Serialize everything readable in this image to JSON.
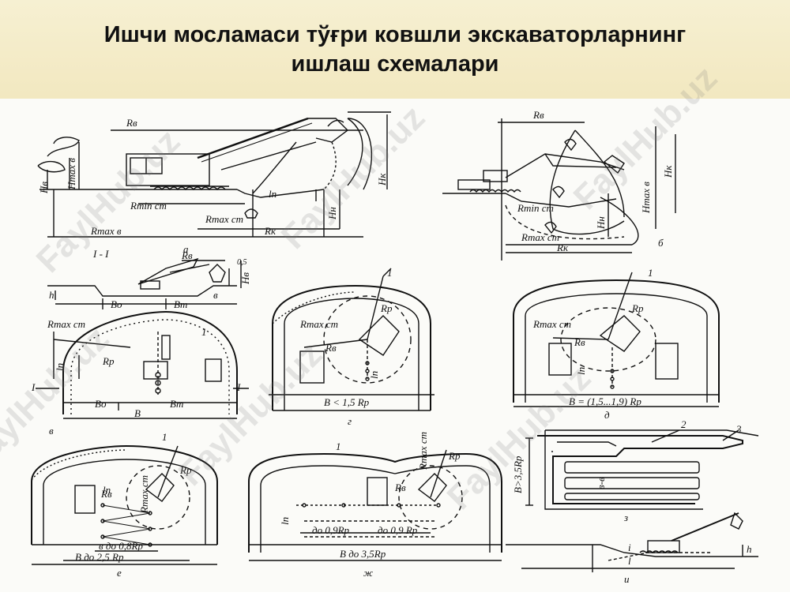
{
  "title": {
    "line1": "Ишчи мосламаси тўғри  ковшли экскаваторларнинг",
    "line2": "ишлаш схемалари"
  },
  "watermark": "FaylHub.uz",
  "panels": {
    "a": {
      "letter": "a",
      "labels": {
        "Rv": "Rв",
        "Hv": "Hв",
        "Hmaxv": "Hmax в",
        "Hk": "Hк",
        "Rminst": "Rmin ст",
        "Rmaxst": "Rmax ст",
        "Rmaxv": "Rmax в",
        "Rk": "Rк",
        "Hn": "Hн",
        "ln": "ln"
      }
    },
    "b": {
      "letter": "б",
      "labels": {
        "Rv": "Rв",
        "Hk": "Hк",
        "Hmaxv": "Hmax в",
        "Rminst": "Rmin ст",
        "Hn": "Hн",
        "Rmaxst": "Rmax ст",
        "Rk": "Rк"
      }
    },
    "v": {
      "letter": "в",
      "labels": {
        "section": "I - I",
        "Rv": "Rв",
        "dim": "0,5",
        "Hv": "Hв",
        "h": "h",
        "Bo": "Bо",
        "Bt": "Bт",
        "b": "в",
        "Rmaxst": "Rmax ст",
        "Rp": "Rp",
        "ln": "ln",
        "one": "1",
        "Bo2": "Bо",
        "Bt2": "Bт",
        "B": "B",
        "I_left": "I",
        "I_right": "I"
      }
    },
    "g": {
      "letter": "г",
      "labels": {
        "one": "1",
        "Rmaxst": "Rmax ст",
        "Rv": "Rв",
        "Rp": "Rp",
        "ln": "ln",
        "width": "B < 1,5 Rp"
      }
    },
    "d": {
      "letter": "д",
      "labels": {
        "one": "1",
        "Rmaxst": "Rmax ст",
        "Rv": "Rв",
        "Rp": "Rp",
        "ln": "ln",
        "width": "B = (1,5...1,9) Rp"
      }
    },
    "e": {
      "letter": "е",
      "labels": {
        "one": "1",
        "Rv": "Rв",
        "Rmaxst": "Rmax ст",
        "Rp": "Rp",
        "ln": "ln",
        "w1": "в до 0,8Rp",
        "w2": "B до 2,5 Rp"
      }
    },
    "zh": {
      "letter": "ж",
      "labels": {
        "one": "1",
        "Rmaxst": "Rmax ст",
        "Rv": "Rв",
        "Rp": "Rp",
        "ln": "ln",
        "w1": "до 0,9Rp",
        "w2": "до 0,9 Rp",
        "w3": "B до 3,5Rp"
      }
    },
    "z": {
      "letter": "з",
      "labels": {
        "two": "2",
        "three": "3",
        "height": "B>3,5Rp",
        "inner": "в-в"
      }
    },
    "i": {
      "letter": "и",
      "labels": {
        "i1": "i",
        "h": "h",
        "l": "l"
      }
    }
  }
}
